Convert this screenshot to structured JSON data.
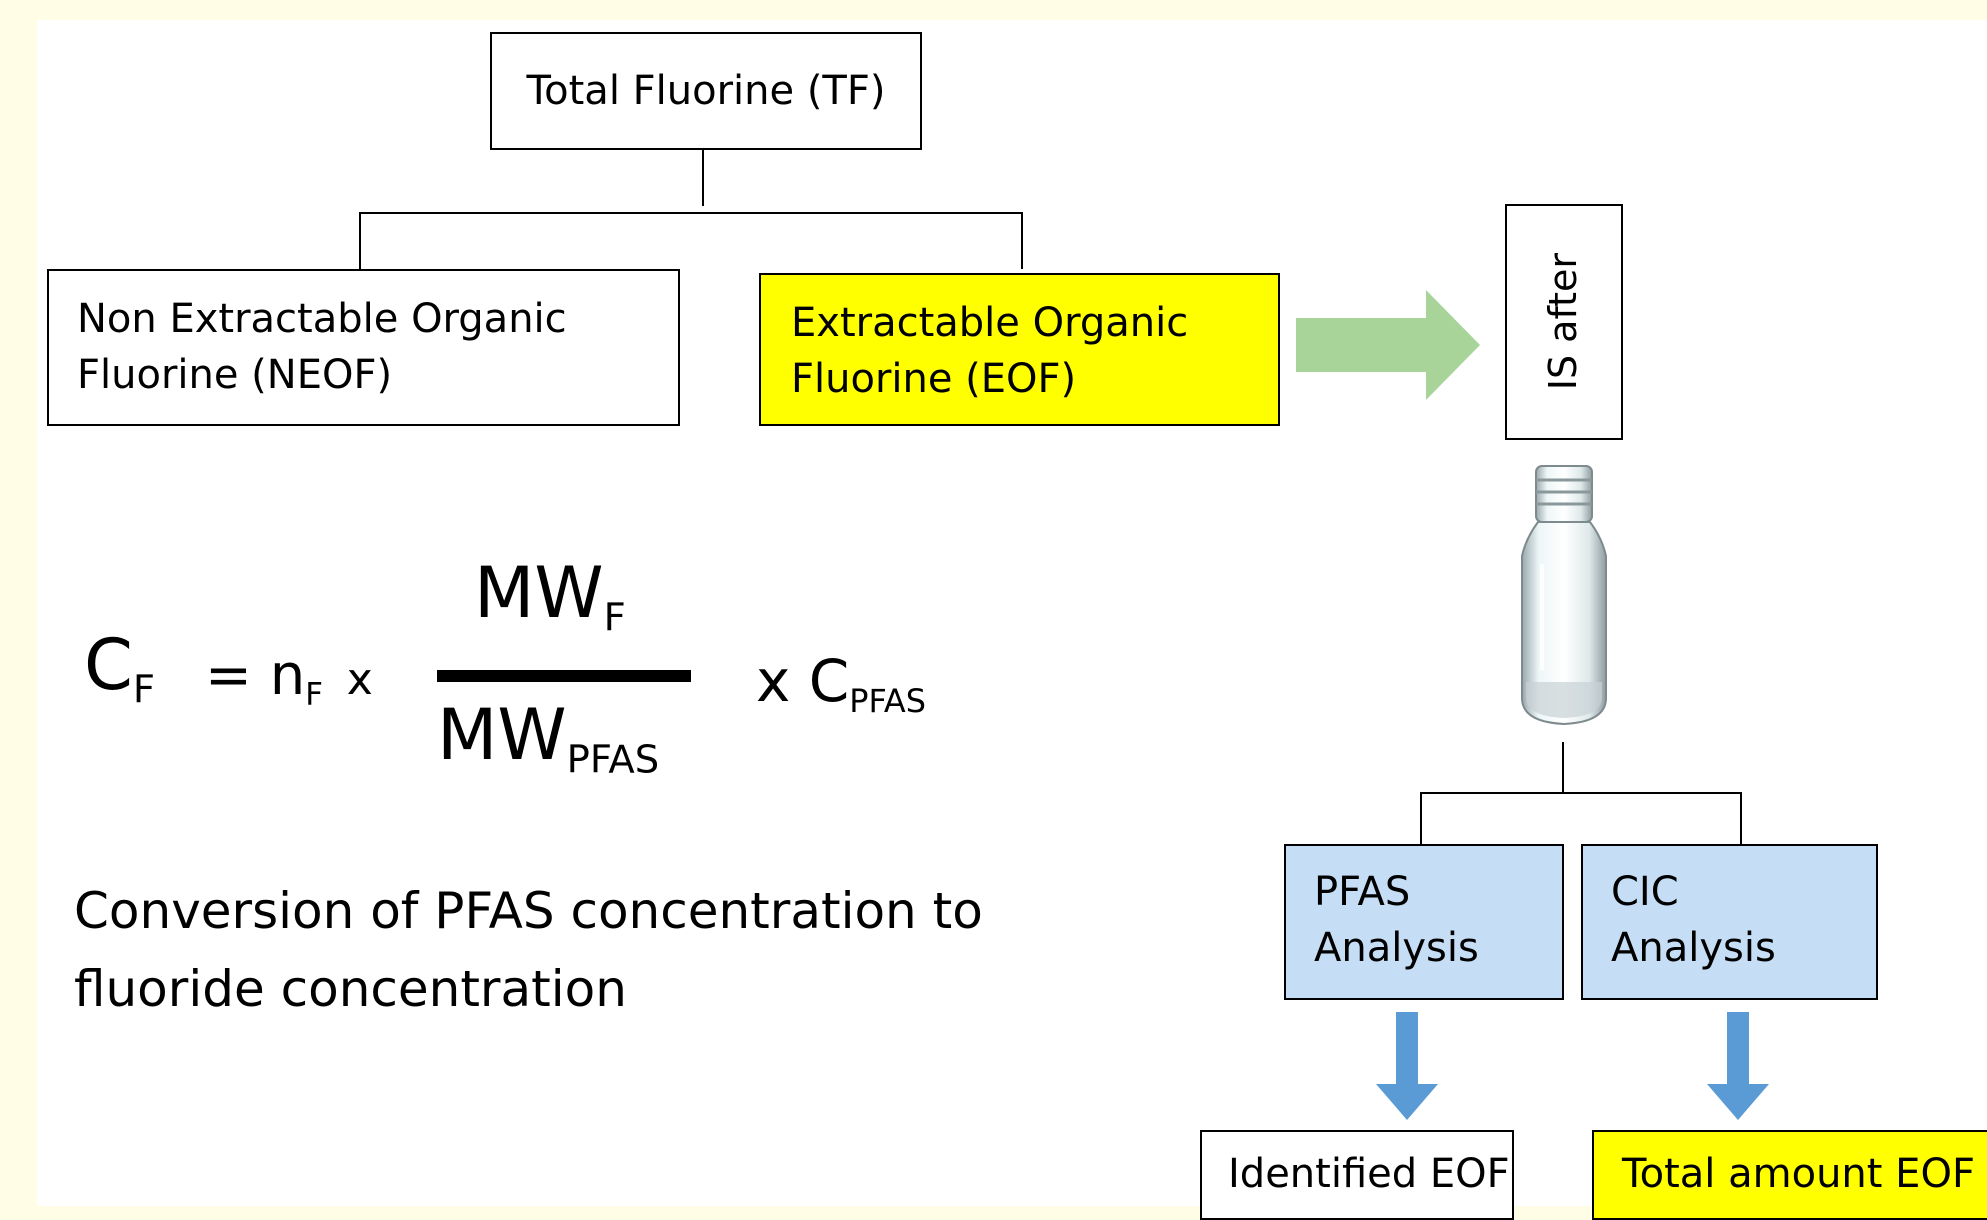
{
  "diagram": {
    "top_node": {
      "label": "Total Fluorine (TF)"
    },
    "left_node": {
      "line1": "Non Extractable Organic",
      "line2": "Fluorine (NEOF)"
    },
    "right_node": {
      "line1": "Extractable Organic",
      "line2": "Fluorine (EOF)"
    },
    "is_label": "IS after",
    "pfas_node": {
      "line1": "PFAS",
      "line2": "Analysis"
    },
    "cic_node": {
      "line1": "CIC",
      "line2": "Analysis"
    },
    "identified_node": {
      "label": "Identified EOF"
    },
    "total_node": {
      "label": "Total amount EOF"
    }
  },
  "formula": {
    "lhs": "C",
    "lhs_sub": "F",
    "equals_n": "= n",
    "n_sub": "F",
    "times1": "x",
    "numerator": "MW",
    "numerator_sub": "F",
    "denominator": "MW",
    "denominator_sub": "PFAS",
    "times_c": "x C",
    "c_sub": "PFAS"
  },
  "caption": {
    "line1": "Conversion of PFAS concentration to",
    "line2": "fluoride concentration"
  },
  "colors": {
    "highlight_yellow": "#FFFF00",
    "analysis_blue": "#C6DEF5",
    "arrow_green": "#A8D49A",
    "arrow_blue": "#5B9BD5",
    "background_outer": "#FFFDE6"
  },
  "icons": {
    "process_arrow": "right-arrow",
    "vial": "glass-sample-vial",
    "down_arrow": "down-arrow"
  }
}
